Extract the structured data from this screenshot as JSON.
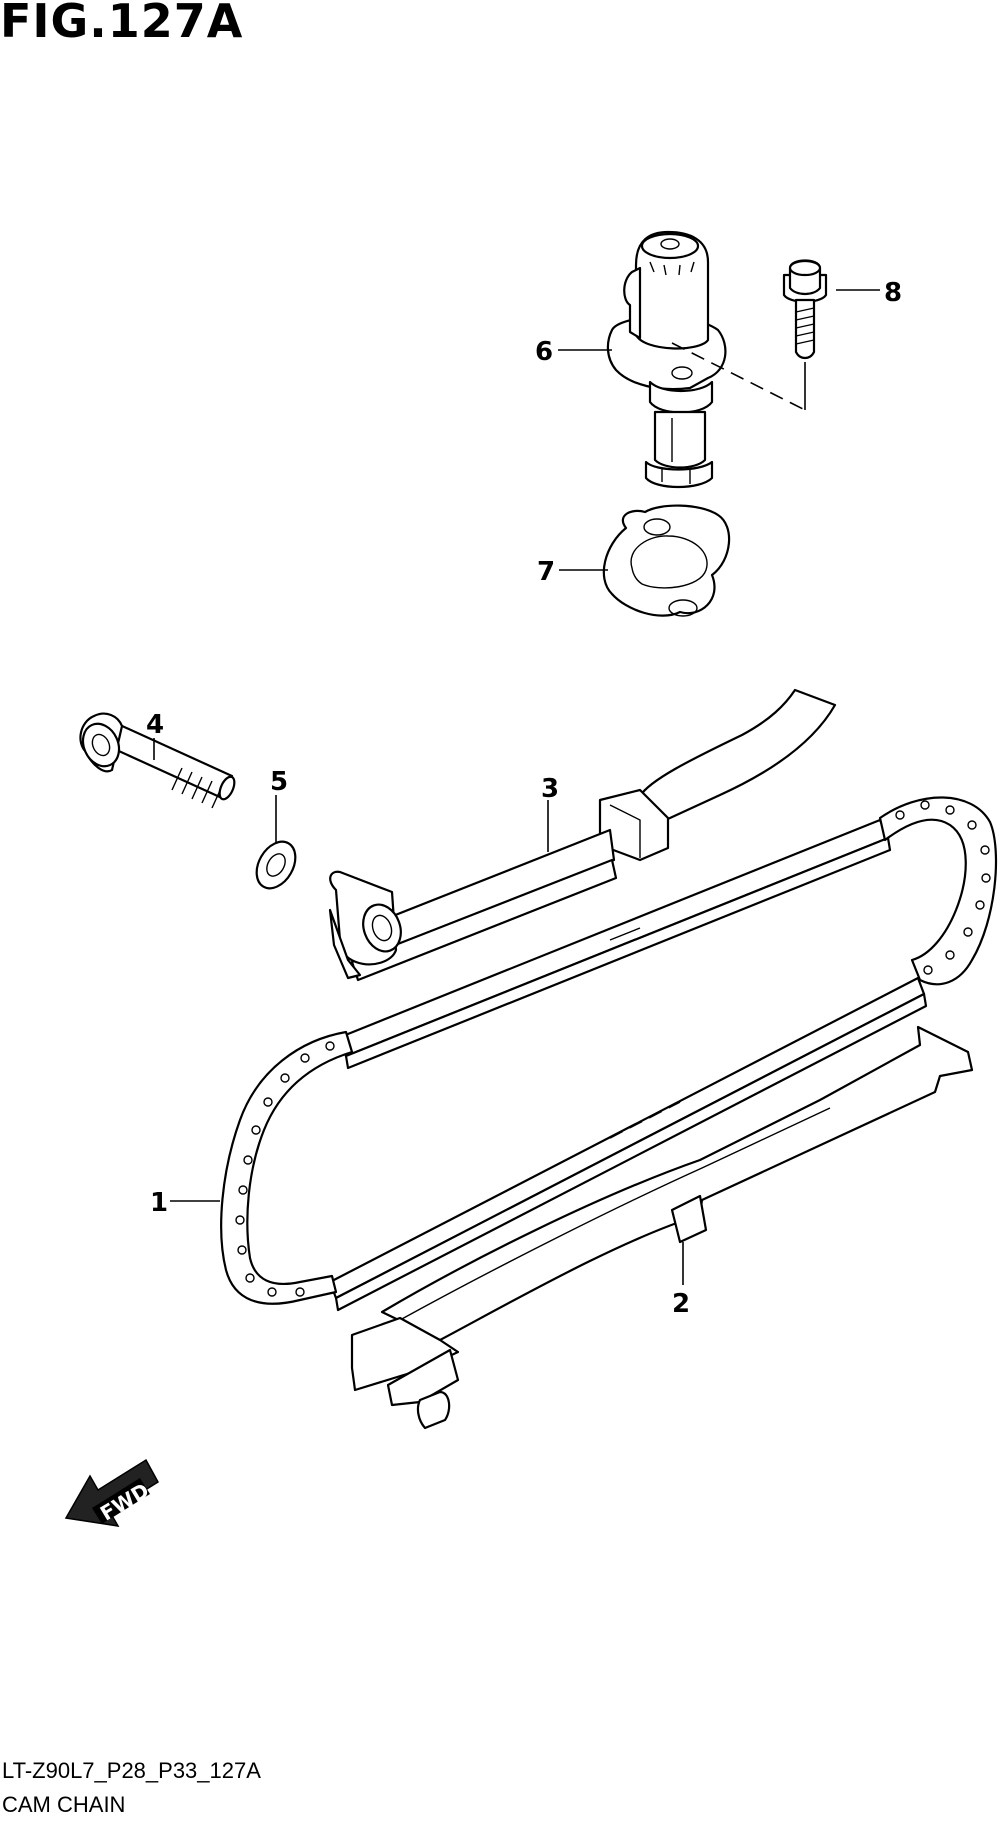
{
  "figure": {
    "title": "FIG.127A"
  },
  "footer": {
    "code": "LT-Z90L7_P28_P33_127A",
    "name": "CAM CHAIN"
  },
  "callouts": {
    "p1": "1",
    "p2": "2",
    "p3": "3",
    "p4": "4",
    "p5": "5",
    "p6": "6",
    "p7": "7",
    "p8": "8"
  },
  "direction_marker": {
    "label": "FWD"
  }
}
